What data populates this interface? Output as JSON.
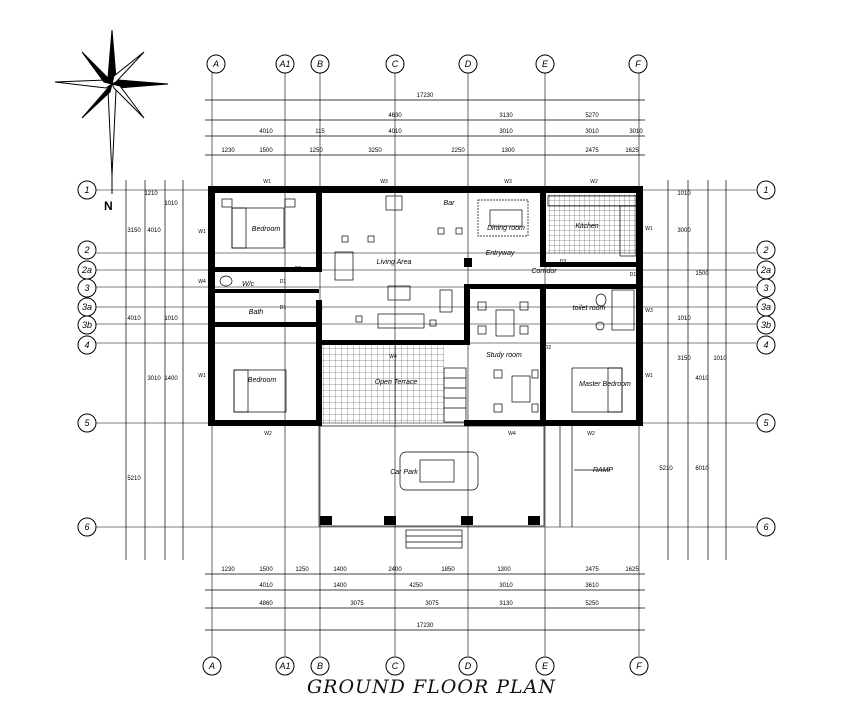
{
  "title": "GROUND FLOOR PLAN",
  "north_label": "N",
  "grid_cols": [
    "A",
    "A1",
    "B",
    "C",
    "D",
    "E",
    "F"
  ],
  "grid_rows": [
    "1",
    "2",
    "2a",
    "3",
    "3a",
    "3b",
    "4",
    "5",
    "6"
  ],
  "dims_top": {
    "overall": "17230",
    "row2": [
      "4630",
      "3130",
      "5270"
    ],
    "row3": [
      "4010",
      "115",
      "4010",
      "3010",
      "3010",
      "3010"
    ],
    "row4": [
      "1230",
      "1500",
      "1250",
      "3250",
      "2250",
      "1300",
      "2475",
      "1625"
    ]
  },
  "dims_bottom": {
    "row1": [
      "1230",
      "1500",
      "1250",
      "1400",
      "2400",
      "1850",
      "1300",
      "2475",
      "1625"
    ],
    "row2": [
      "4010",
      "1400",
      "4250",
      "3010",
      "3610"
    ],
    "row3": [
      "4860",
      "3075",
      "3075",
      "3130",
      "5250"
    ],
    "overall": "17230"
  },
  "dims_left": [
    "1210",
    "1010",
    "3150",
    "4010",
    "4010",
    "1010",
    "3010",
    "1400",
    "5210"
  ],
  "dims_right": [
    "1010",
    "3000",
    "1500",
    "1010",
    "3150",
    "4010",
    "1010",
    "5210",
    "6010"
  ],
  "rooms": {
    "bedroom_top": "Bedroom",
    "living": "Living Area",
    "bar": "Bar",
    "dining_top": "Dining room",
    "kitchen": "Kitchen",
    "entryway": "Entryway",
    "corridor": "Corridor",
    "wc": "W/c",
    "bath": "Bath",
    "bedroom_left": "Bedroom",
    "open_terrace": "Open Terrace",
    "study": "Study room",
    "toilet": "toilet room",
    "master": "Master Bedroom",
    "car_park": "Car Park",
    "ramp": "RAMP"
  },
  "openings": {
    "w1": "W1",
    "w2": "W2",
    "w3": "W3",
    "w4": "W4",
    "d1": "D1",
    "d2": "D2",
    "d3": "D3"
  }
}
